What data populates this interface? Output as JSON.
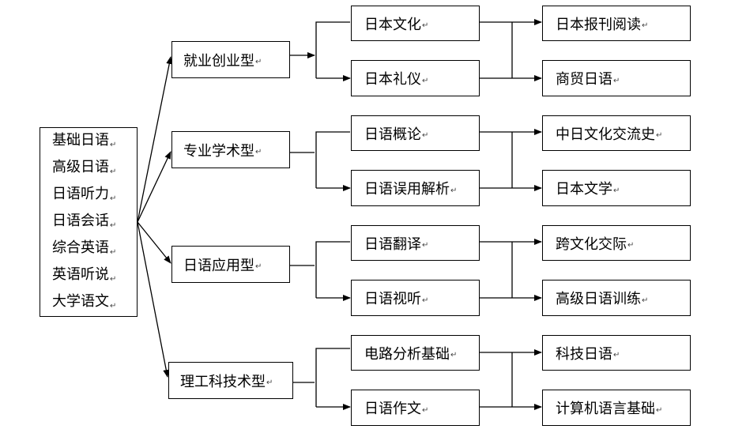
{
  "paragraph_mark": "↵",
  "root": {
    "lines": [
      "基础日语",
      "高级日语",
      "日语听力",
      "日语会话",
      "综合英语",
      "英语听说",
      "大学语文"
    ]
  },
  "categories": [
    {
      "label": "就业创业型",
      "courses": [
        "日本文化",
        "日本礼仪"
      ],
      "results": [
        "日本报刊阅读",
        "商贸日语"
      ]
    },
    {
      "label": "专业学术型",
      "courses": [
        "日语概论",
        "日语误用解析"
      ],
      "results": [
        "中日文化交流史",
        "日本文学"
      ]
    },
    {
      "label": "日语应用型",
      "courses": [
        "日语翻译",
        "日语视听"
      ],
      "results": [
        "跨文化交际",
        "高级日语训练"
      ]
    },
    {
      "label": "理工科技术型",
      "courses": [
        "电路分析基础",
        "日语作文"
      ],
      "results": [
        "科技日语",
        "计算机语言基础"
      ]
    }
  ]
}
